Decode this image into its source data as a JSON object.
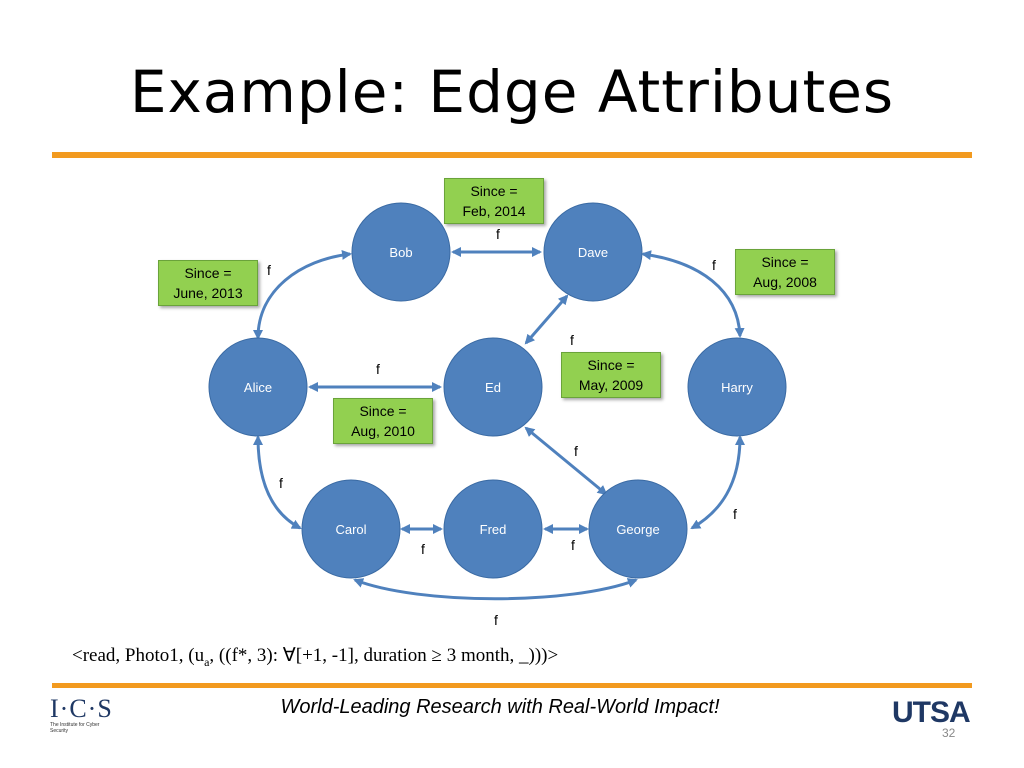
{
  "slide": {
    "title": "Example: Edge Attributes",
    "formula": "<read, Photo1, (u",
    "formula_sub": "a",
    "formula_rest": ", ((f*, 3): ∀[+1, -1], duration ≥ 3 month, _)))>",
    "tagline": "World-Leading Research with Real-World Impact!",
    "ics_logo": "I·C·S",
    "ics_subtitle": "The Institute for Cyber Security",
    "utsa_logo": "UTSA",
    "page_number": "32",
    "accent_color": "#f29a1f",
    "node_color": "#4f81bd",
    "note_color": "#92d050"
  },
  "graph": {
    "nodes": {
      "bob": "Bob",
      "dave": "Dave",
      "alice": "Alice",
      "ed": "Ed",
      "harry": "Harry",
      "carol": "Carol",
      "fred": "Fred",
      "george": "George"
    },
    "edge_label": "f",
    "notes": {
      "bob_dave": {
        "line1": "Since =",
        "line2": "Feb, 2014"
      },
      "alice_bob": {
        "line1": "Since =",
        "line2": "June, 2013"
      },
      "dave_harry": {
        "line1": "Since =",
        "line2": "Aug, 2008"
      },
      "dave_ed": {
        "line1": "Since =",
        "line2": "May, 2009"
      },
      "alice_ed": {
        "line1": "Since =",
        "line2": "Aug, 2010"
      }
    }
  }
}
